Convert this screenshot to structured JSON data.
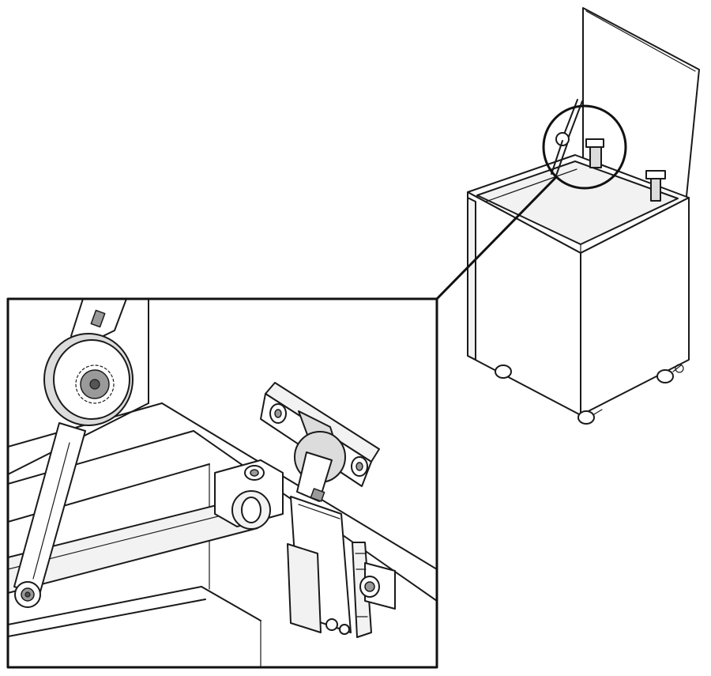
{
  "figure": {
    "view": "assembly-overview",
    "detail_view": "lid-stay-and-hinge-closeup",
    "components": [
      "storage-cabinet",
      "lid",
      "lid-stay",
      "hinge",
      "castor-wheels"
    ],
    "colors": {
      "line": "#1a1a1a",
      "background": "#ffffff"
    }
  }
}
